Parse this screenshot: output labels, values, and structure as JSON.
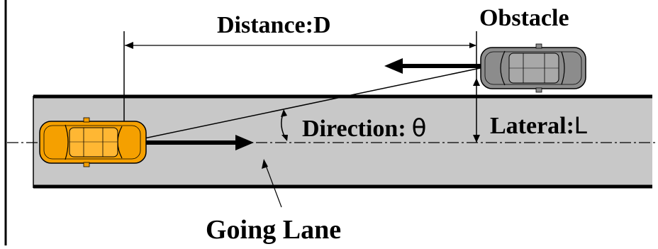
{
  "diagram": {
    "labels": {
      "distance_text": "Distance",
      "distance_sep": ":",
      "distance_symbol": "D",
      "obstacle": "Obstacle",
      "direction_text": "Direction",
      "direction_sep": ":",
      "direction_symbol": "θ",
      "lateral_text": "Lateral",
      "lateral_sep": ":",
      "lateral_symbol": "L",
      "going_lane": "Going Lane"
    },
    "colors": {
      "road": "#c8c8c8",
      "road_edge": "#000000",
      "ego_car": "#f5a000",
      "obstacle_car": "#8c8c8c"
    },
    "icons": {
      "ego_vehicle": "orange-car-icon",
      "obstacle_vehicle": "gray-car-icon"
    }
  }
}
